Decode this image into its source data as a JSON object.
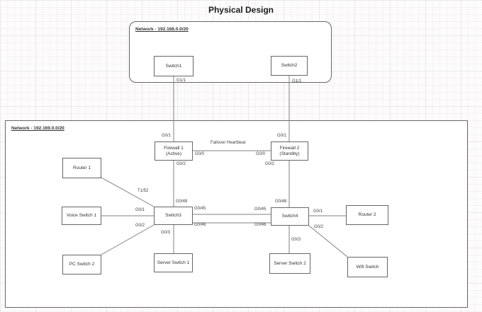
{
  "title": "Physical Design",
  "networks": {
    "outside": {
      "label": "Network - 192.168.0.0/20"
    },
    "inside": {
      "label": "Network - 192.169.0.0/20"
    }
  },
  "nodes": {
    "switch1": {
      "label": "Switch1"
    },
    "switch2": {
      "label": "Switch2"
    },
    "switch3": {
      "label": "Switch3"
    },
    "switch4": {
      "label": "Switch4"
    },
    "firewall1": {
      "name": "Firewall 1",
      "state": "(Active)"
    },
    "firewall2": {
      "name": "Firewall 2",
      "state": "(Standby)"
    },
    "router1": {
      "label": "Router 1"
    },
    "router2": {
      "label": "Router 2"
    },
    "voice_switch1": {
      "label": "Voice Switch 1"
    },
    "pc_switch2": {
      "label": "PC Switch 2"
    },
    "server_switch1": {
      "label": "Server Switch 1"
    },
    "server_switch2": {
      "label": "Server Switch 2"
    },
    "wifi_switch": {
      "label": "Wifi Switch"
    }
  },
  "links": {
    "heartbeat_label": "Failover Heartbeat",
    "ports": {
      "switch1_to_fw1": "G1/1",
      "switch2_to_fw2": "G1/1",
      "fw1_uplink": "G0/1",
      "fw2_uplink": "G0/1",
      "fw1_heartbeat": "G0/0",
      "fw2_heartbeat": "G0/0",
      "fw1_downlink": "G0/2",
      "fw2_downlink": "G0/2",
      "switch3_uplink": "G0/48",
      "switch4_uplink": "G0/48",
      "switch3_router1": "T1/52",
      "switch3_voice": "G0/1",
      "switch3_pc": "G0/2",
      "switch3_server": "G0/3",
      "switch3_trunk_a": "G0/45",
      "switch3_trunk_b": "G0/46",
      "switch4_trunk_a": "G0/45",
      "switch4_trunk_b": "G0/46",
      "switch4_router2": "G0/1",
      "switch4_wifi": "G0/2",
      "switch4_server": "G0/3"
    }
  }
}
